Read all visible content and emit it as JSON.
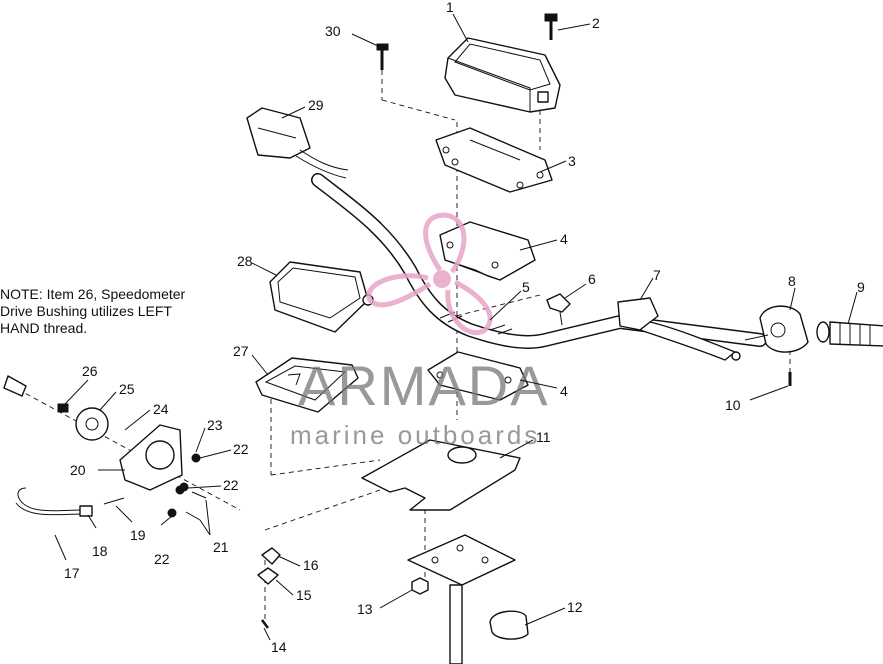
{
  "note": {
    "lines": [
      "NOTE: Item 26, Speedometer",
      "Drive Bushing utilizes LEFT",
      "HAND thread."
    ]
  },
  "watermark": {
    "brand": "ARMADA",
    "tagline": "marine outboards",
    "logo_color": "#e8a4c8",
    "text_color": "#777777"
  },
  "callouts": [
    {
      "id": "1",
      "text": "1"
    },
    {
      "id": "2",
      "text": "2"
    },
    {
      "id": "3",
      "text": "3"
    },
    {
      "id": "4a",
      "text": "4"
    },
    {
      "id": "4b",
      "text": "4"
    },
    {
      "id": "5",
      "text": "5"
    },
    {
      "id": "6",
      "text": "6"
    },
    {
      "id": "7",
      "text": "7"
    },
    {
      "id": "8",
      "text": "8"
    },
    {
      "id": "9",
      "text": "9"
    },
    {
      "id": "10",
      "text": "10"
    },
    {
      "id": "11",
      "text": "11"
    },
    {
      "id": "12",
      "text": "12"
    },
    {
      "id": "13",
      "text": "13"
    },
    {
      "id": "14",
      "text": "14"
    },
    {
      "id": "15",
      "text": "15"
    },
    {
      "id": "16",
      "text": "16"
    },
    {
      "id": "17",
      "text": "17"
    },
    {
      "id": "18",
      "text": "18"
    },
    {
      "id": "19",
      "text": "19"
    },
    {
      "id": "20",
      "text": "20"
    },
    {
      "id": "21",
      "text": "21"
    },
    {
      "id": "22a",
      "text": "22"
    },
    {
      "id": "22b",
      "text": "22"
    },
    {
      "id": "22c",
      "text": "22"
    },
    {
      "id": "23",
      "text": "23"
    },
    {
      "id": "24",
      "text": "24"
    },
    {
      "id": "25",
      "text": "25"
    },
    {
      "id": "26",
      "text": "26"
    },
    {
      "id": "27",
      "text": "27"
    },
    {
      "id": "28",
      "text": "28"
    },
    {
      "id": "29",
      "text": "29"
    },
    {
      "id": "30",
      "text": "30"
    }
  ]
}
